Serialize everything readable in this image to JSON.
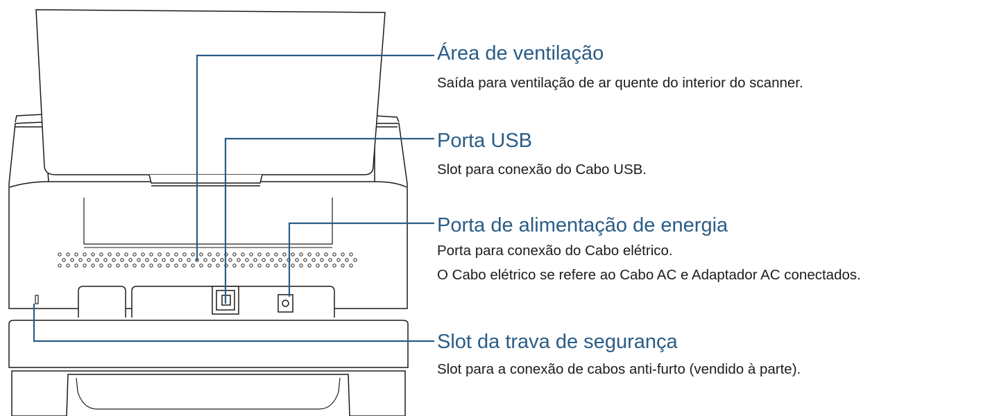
{
  "colors": {
    "leader_line": "#2a5c86",
    "title_text": "#2a5c86",
    "body_text": "#1c1c1c",
    "outline": "#1a1a1a"
  },
  "callouts": [
    {
      "title": "Área de ventilação",
      "lines": [
        "Saída para ventilação de ar quente do interior do scanner."
      ]
    },
    {
      "title": "Porta USB",
      "lines": [
        "Slot para conexão do Cabo USB."
      ]
    },
    {
      "title": "Porta de alimentação de energia",
      "lines": [
        "Porta para conexão do Cabo elétrico.",
        "O Cabo elétrico se refere ao Cabo AC e Adaptador AC conectados."
      ]
    },
    {
      "title": "Slot da trava de segurança",
      "lines": [
        "Slot para a conexão de cabos anti-furto (vendido à parte)."
      ]
    }
  ]
}
